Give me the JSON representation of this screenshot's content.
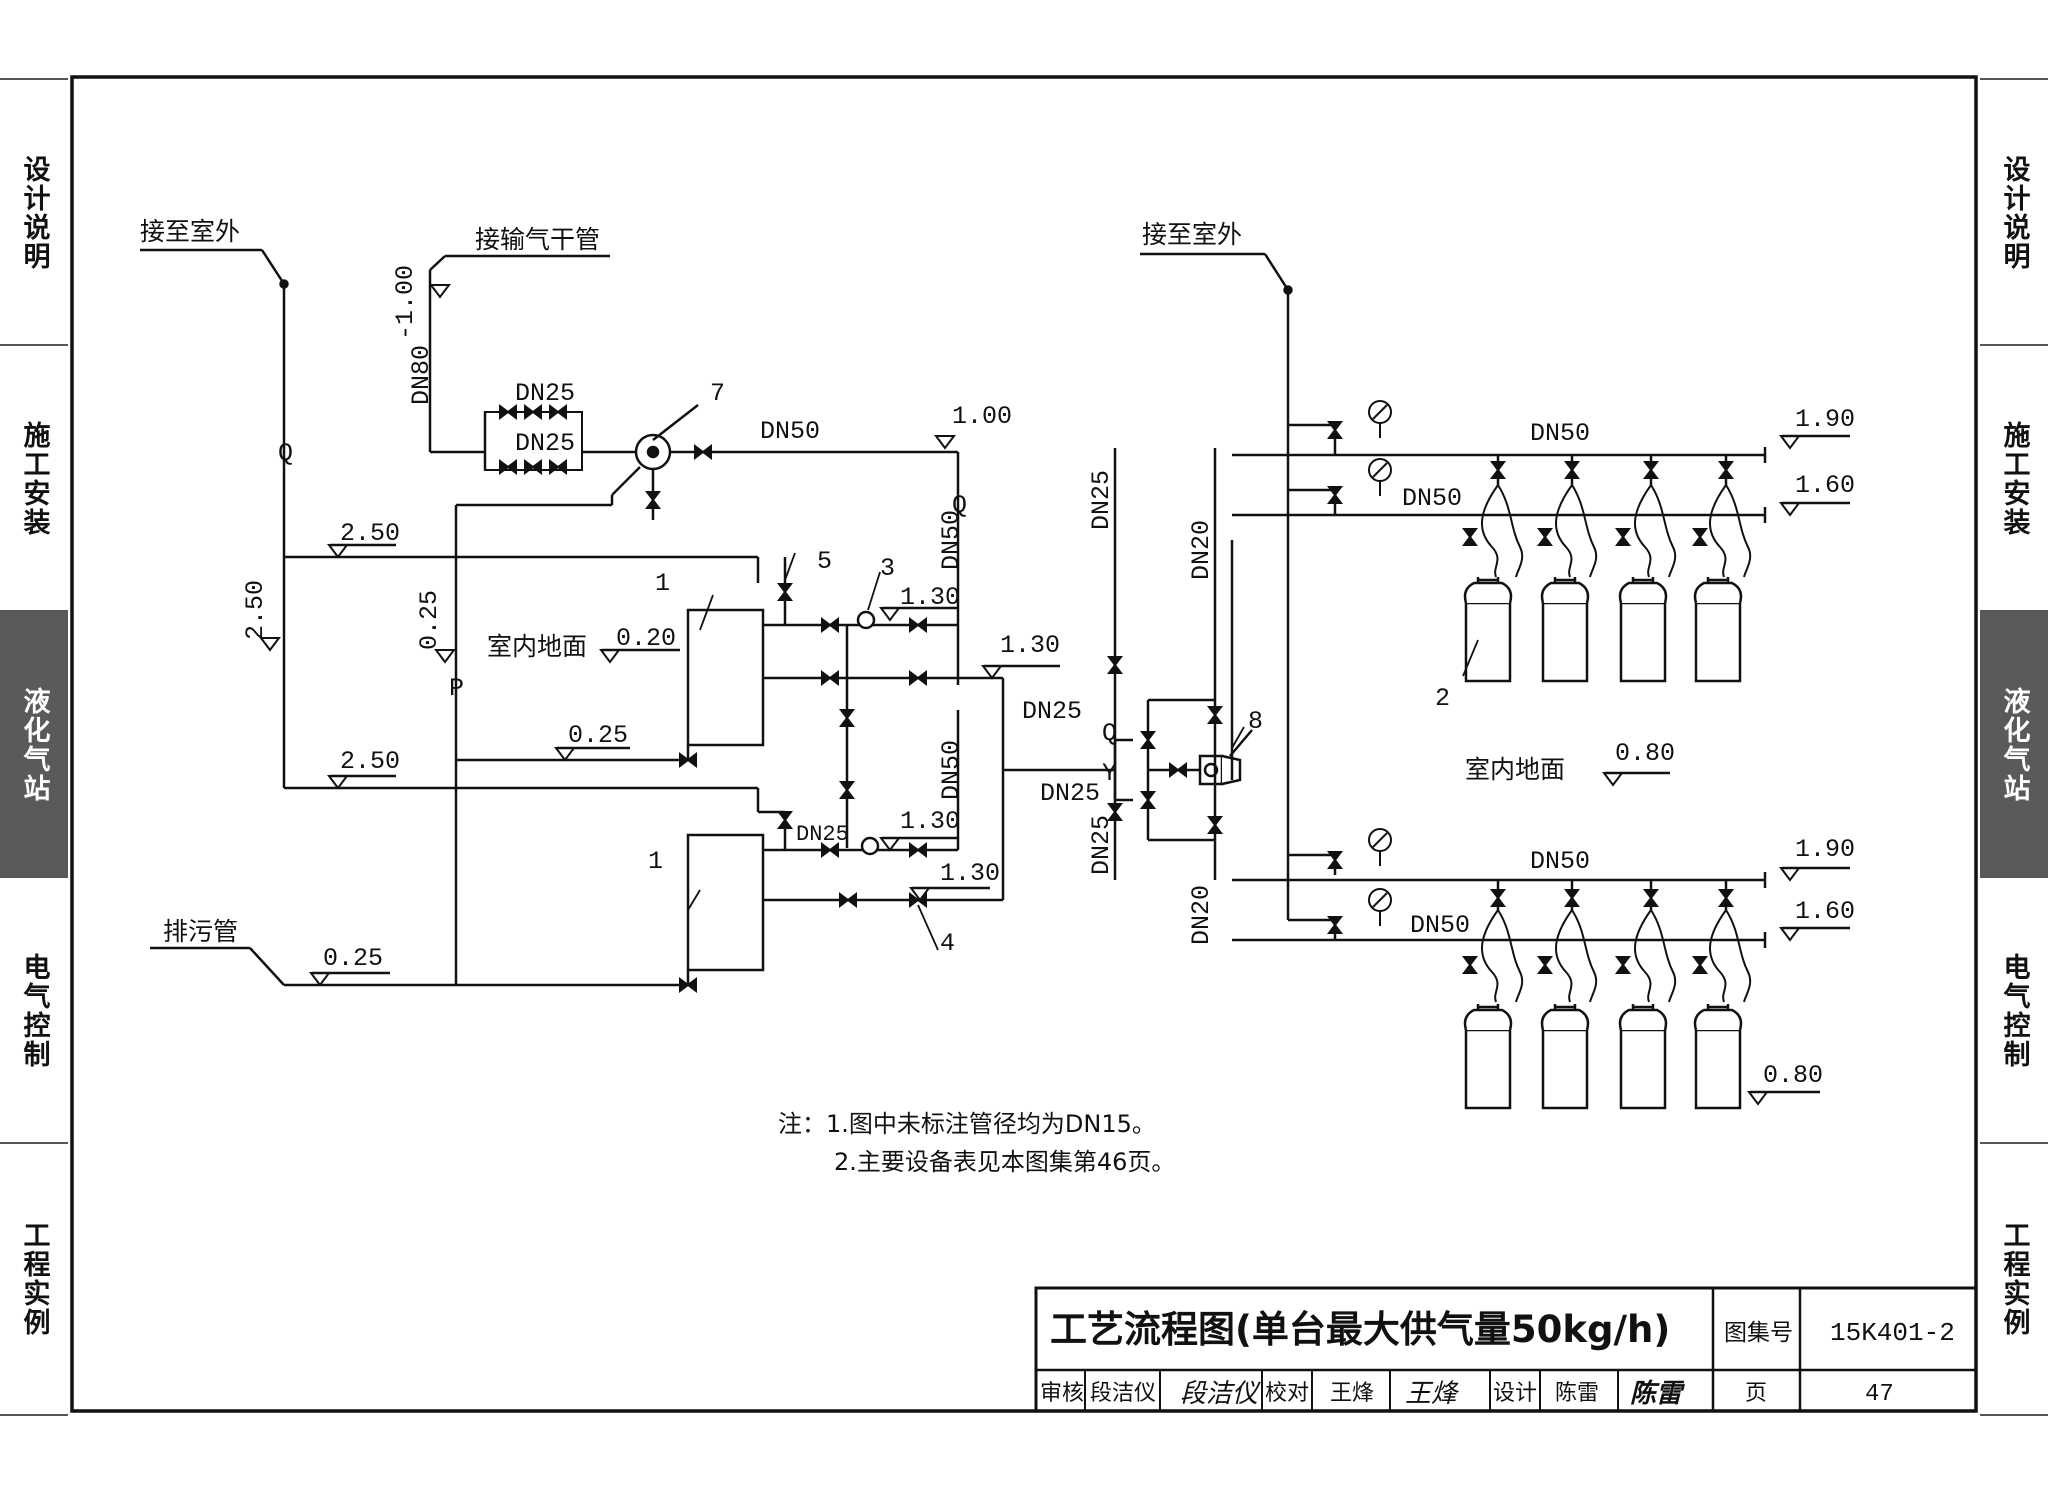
{
  "side_tabs": [
    {
      "label": "设计说明",
      "active": false
    },
    {
      "label": "施工安装",
      "active": false
    },
    {
      "label": "液化气站",
      "active": true
    },
    {
      "label": "电气控制",
      "active": false
    },
    {
      "label": "工程实例",
      "active": false
    }
  ],
  "labels": {
    "outdoor_left": "接至室外",
    "gas_main": "接输气干管",
    "outdoor_right": "接至室外",
    "drain": "排污管",
    "indoor_floor_left": "室内地面",
    "indoor_floor_right": "室内地面",
    "q_mark": "Q",
    "p_mark": "P",
    "y_mark": "Y"
  },
  "pipes": {
    "dn80": "DN80",
    "dn25": "DN25",
    "dn50": "DN50",
    "dn20": "DN20"
  },
  "elevations": {
    "e_m100": "-1.00",
    "e_100": "1.00",
    "e_250": "2.50",
    "e_025": "0.25",
    "e_020": "0.20",
    "e_130": "1.30",
    "e_190": "1.90",
    "e_160": "1.60",
    "e_080": "0.80"
  },
  "callouts": [
    "1",
    "2",
    "3",
    "4",
    "5",
    "7",
    "8"
  ],
  "notes": [
    "注：1.图中未标注管径均为DN15。",
    "2.主要设备表见本图集第46页。"
  ],
  "title_block": {
    "title": "工艺流程图(单台最大供气量50kg/h)",
    "atlas_label": "图集号",
    "atlas_no": "15K401-2",
    "review_label": "审核",
    "reviewer": "段洁仪",
    "reviewer_sig": "段洁仪",
    "check_label": "校对",
    "checker": "王烽",
    "checker_sig": "王烽",
    "design_label": "设计",
    "designer": "陈雷",
    "designer_sig": "陈雷",
    "page_label": "页",
    "page_no": "47"
  }
}
